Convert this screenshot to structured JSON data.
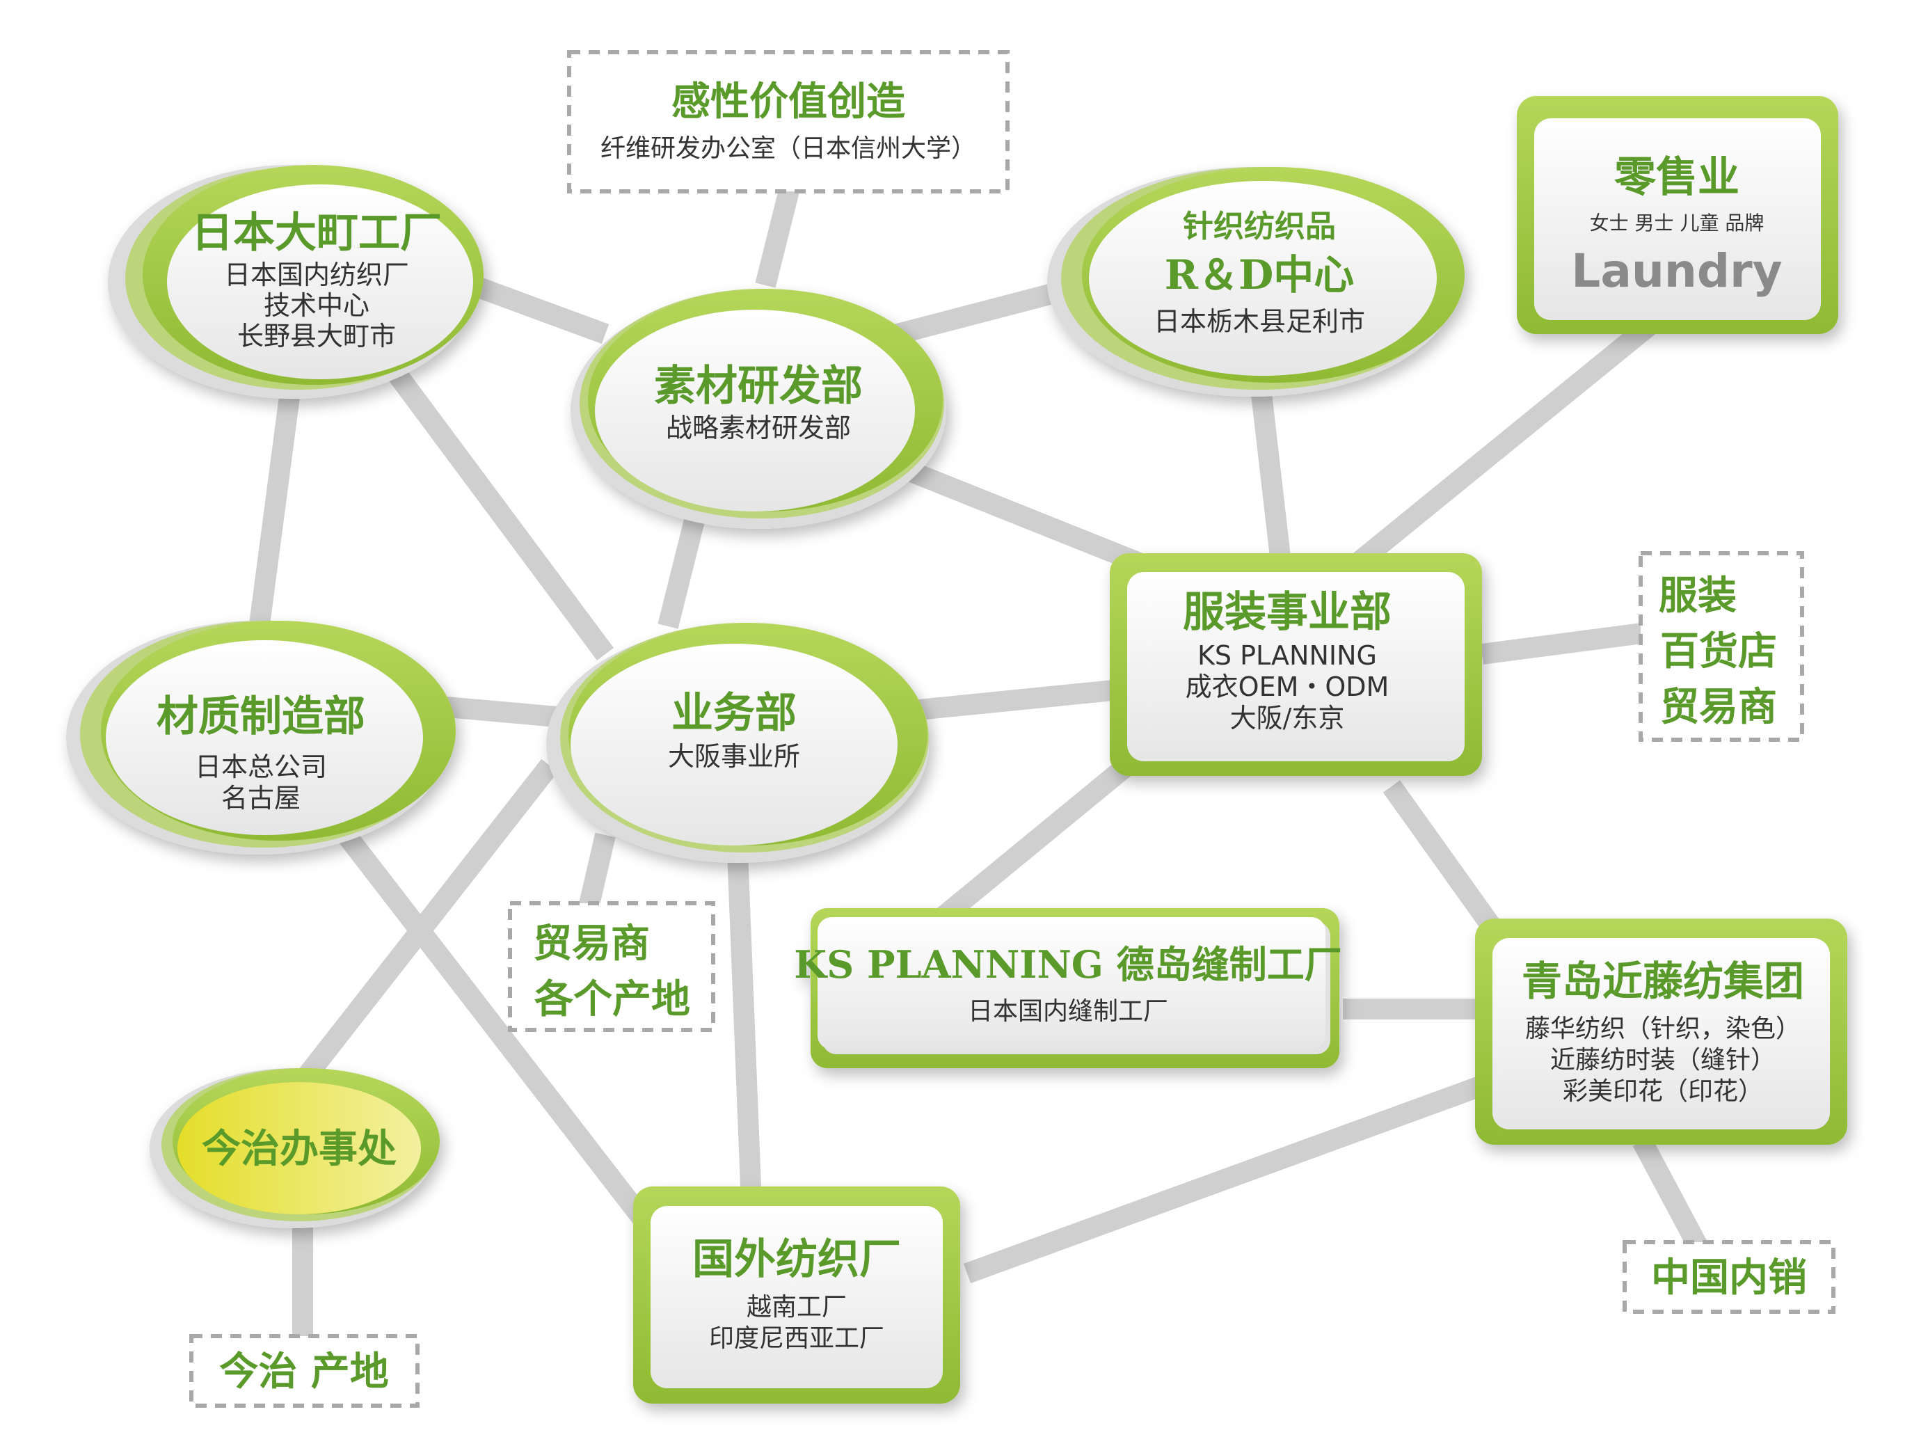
{
  "colors": {
    "accent_green": "#9cc63b",
    "accent_green_dark": "#74a32a",
    "title_green": "#5a9a2b",
    "connector_gray": "#cfcfcf",
    "dashed_gray": "#a8a8a8",
    "yellow_fill": "#e9e23a",
    "laundry_logo_gray": "#8a8a8a"
  },
  "nodes": {
    "omachi": {
      "title": "日本大町工厂",
      "lines": [
        "日本国内纺织厂",
        "技术中心",
        "长野县大町市"
      ]
    },
    "kansei": {
      "title": "感性价值创造",
      "lines": [
        "纤维研发办公室（日本信州大学）"
      ]
    },
    "sozai": {
      "title": "素材研发部",
      "lines": [
        "战略素材研发部"
      ]
    },
    "rnd": {
      "title_top": "针织纺织品",
      "title": "R＆D中心",
      "lines": [
        "日本栃木县足利市"
      ]
    },
    "retail": {
      "title": "零售业",
      "lines": [
        "女士 男士 儿童 品牌"
      ],
      "logo_text": "Laundry",
      "logo_icon": "laundry-logo-icon"
    },
    "apparel": {
      "title": "服装事业部",
      "lines": [
        "KS PLANNING",
        "成衣OEM・ODM",
        "大阪/东京"
      ]
    },
    "apparel_clients": {
      "lines": [
        "服装",
        "百货店",
        "贸易商"
      ]
    },
    "material": {
      "title": "材质制造部",
      "lines": [
        "日本总公司",
        "名古屋"
      ]
    },
    "sales": {
      "title": "业务部",
      "lines": [
        "大阪事业所"
      ]
    },
    "trader_origin": {
      "lines": [
        "贸易商",
        "各个产地"
      ]
    },
    "tokushima": {
      "title": "KS PLANNING 德岛缝制工厂",
      "lines": [
        "日本国内缝制工厂"
      ]
    },
    "qingdao": {
      "title": "青岛近藤纺集团",
      "lines": [
        "藤华纺织（针织，染色）",
        "近藤纺时装（缝针）",
        "彩美印花（印花）"
      ]
    },
    "imabari_office": {
      "title": "今治办事处"
    },
    "imabari_origin": {
      "title": "今治 产地"
    },
    "overseas": {
      "title": "国外纺织厂",
      "lines": [
        "越南工厂",
        "印度尼西亚工厂"
      ]
    },
    "china_domestic": {
      "title": "中国内销"
    }
  }
}
